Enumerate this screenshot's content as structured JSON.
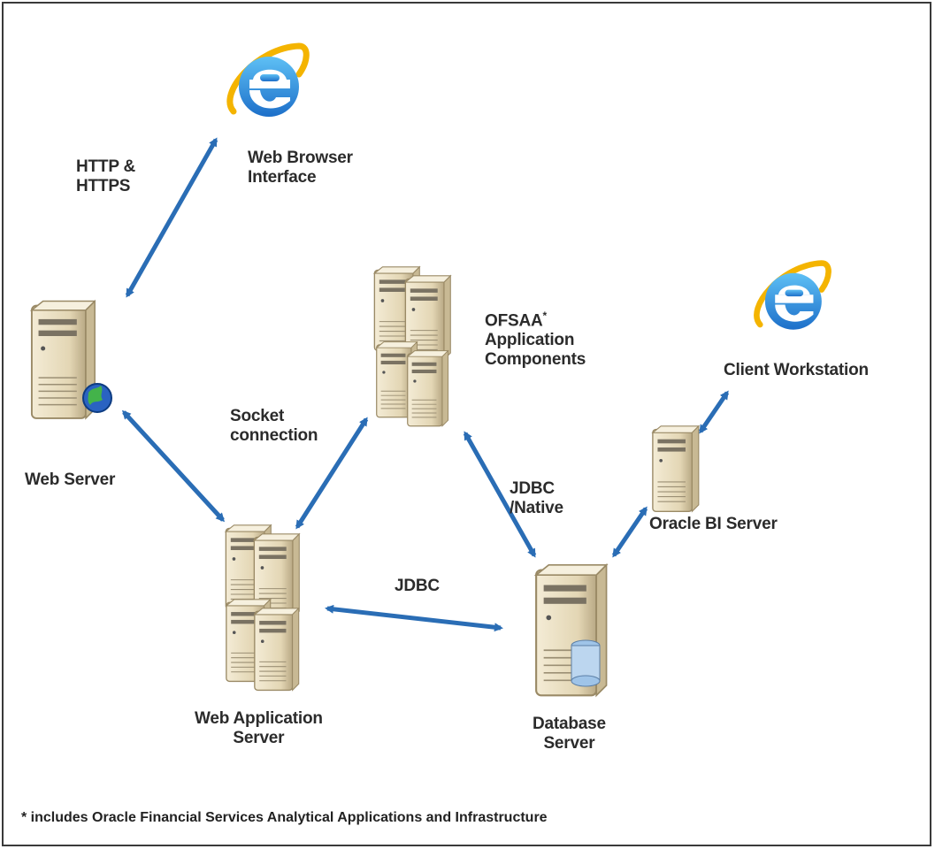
{
  "diagram": {
    "labels": {
      "http": "HTTP &\nHTTPS",
      "web_browser": "Web Browser\nInterface",
      "ofsaa_prefix": "OFSAA",
      "ofsaa_mark": "*",
      "ofsaa_rest": "Application\nComponents",
      "client_workstation": "Client Workstation",
      "socket": "Socket\nconnection",
      "web_server": "Web Server",
      "jdbc_native": "JDBC\n/Native",
      "oracle_bi": "Oracle BI Server",
      "jdbc": "JDBC",
      "web_app_server": "Web Application\nServer",
      "database_server": "Database\nServer"
    },
    "footnote": "* includes Oracle Financial Services Analytical Applications and Infrastructure",
    "colors": {
      "arrow": "#2a6db5",
      "ie_blue": "#2f8fd8",
      "ie_ring": "#f4b400",
      "server_body": "#ece2c8",
      "server_shadow": "#b8a882"
    }
  }
}
